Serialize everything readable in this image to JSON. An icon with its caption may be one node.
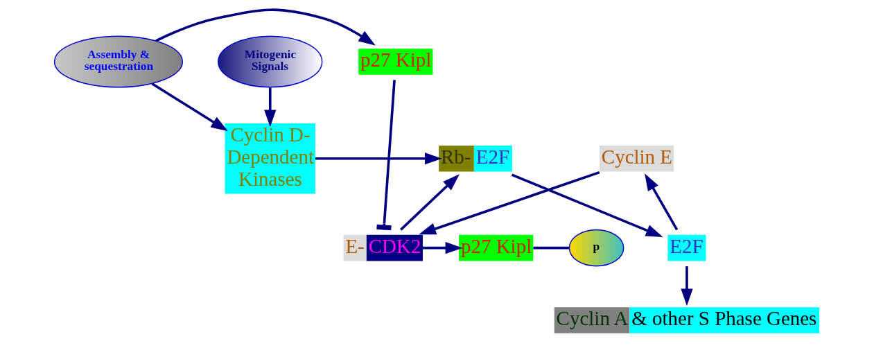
{
  "diagram": {
    "nodes": [
      {
        "text": [
          "Mitogenic Signals"
        ]
      },
      {
        "text": [
          "Assembly & sequestration"
        ]
      },
      {
        "text": [
          "p27 Kipl"
        ]
      },
      {
        "text": [
          "p27 Kipl"
        ]
      },
      {
        "text": [
          "p"
        ]
      },
      {
        "text": [
          "E-",
          "CDK2"
        ]
      },
      {
        "text": [
          "Cyclin D- Dependent Kinases"
        ]
      },
      {
        "text": [
          "Rb-",
          "E2F"
        ]
      },
      {
        "text": [
          "Cyclin E"
        ]
      },
      {
        "text": [
          "E2F"
        ]
      },
      {
        "text": [
          "Cyclin A",
          "& other S Phase Genes"
        ]
      }
    ],
    "edges": [
      {
        "from": 1,
        "to": 2,
        "arrow": "to"
      },
      {
        "from": 1,
        "to": 6,
        "arrow": "to"
      },
      {
        "from": 0,
        "to": 6,
        "arrow": "to"
      },
      {
        "from": 2,
        "to": 5,
        "arrow": "other"
      },
      {
        "from": 5,
        "to": 3,
        "arrow": "to"
      },
      {
        "from": 3,
        "to": 4,
        "arrow": "none"
      },
      {
        "from": 6,
        "to": 7,
        "arrow": "to"
      },
      {
        "from": 5,
        "to": 7,
        "arrow": "to"
      },
      {
        "from": 7,
        "to": 9,
        "arrow": "to"
      },
      {
        "from": 9,
        "to": 8,
        "arrow": "to"
      },
      {
        "from": 8,
        "to": 5,
        "arrow": "to"
      },
      {
        "from": 9,
        "to": 10,
        "arrow": "to"
      }
    ]
  }
}
